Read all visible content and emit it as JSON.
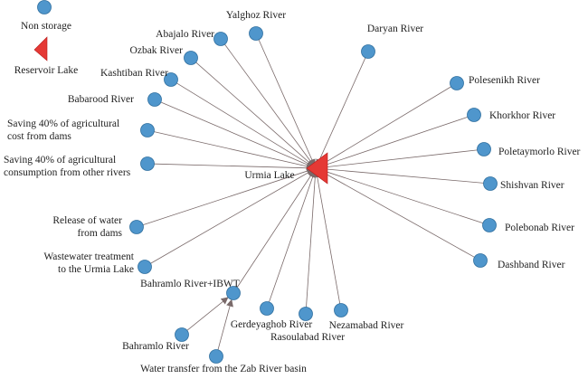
{
  "legend": {
    "non_storage": "Non storage",
    "reservoir_lake": "Reservoir Lake"
  },
  "colors": {
    "node": "#4f96cc",
    "lake": "#e53935",
    "edge": "#7a6a6a"
  },
  "center": {
    "label": "Urmia Lake"
  },
  "nodes": [
    {
      "lines": [
        "Yalghoz River"
      ]
    },
    {
      "lines": [
        "Abajalo River"
      ]
    },
    {
      "lines": [
        "Ozbak River"
      ]
    },
    {
      "lines": [
        "Kashtiban River"
      ]
    },
    {
      "lines": [
        "Babarood River"
      ]
    },
    {
      "lines": [
        "Saving 40% of agricultural",
        "cost from dams"
      ]
    },
    {
      "lines": [
        "Saving 40% of agricultural",
        "consumption from other rivers"
      ]
    },
    {
      "lines": [
        "Daryan River"
      ]
    },
    {
      "lines": [
        "Polesenikh River"
      ]
    },
    {
      "lines": [
        "Khorkhor River"
      ]
    },
    {
      "lines": [
        "Poletaymorlo River"
      ]
    },
    {
      "lines": [
        "Shishvan River"
      ]
    },
    {
      "lines": [
        "Polebonab River"
      ]
    },
    {
      "lines": [
        "Dashband River"
      ]
    },
    {
      "lines": [
        "Release of water",
        "from dams"
      ]
    },
    {
      "lines": [
        "Wastewater treatment",
        "to the Urmia Lake"
      ]
    },
    {
      "lines": [
        "Bahramlo River+IBWT"
      ]
    },
    {
      "lines": [
        "Gerdeyaghob River"
      ]
    },
    {
      "lines": [
        "Rasoulabad River"
      ]
    },
    {
      "lines": [
        "Nezamabad River"
      ]
    },
    {
      "lines": [
        "Bahramlo River"
      ]
    },
    {
      "lines": [
        "Water transfer from the Zab River basin"
      ]
    }
  ]
}
